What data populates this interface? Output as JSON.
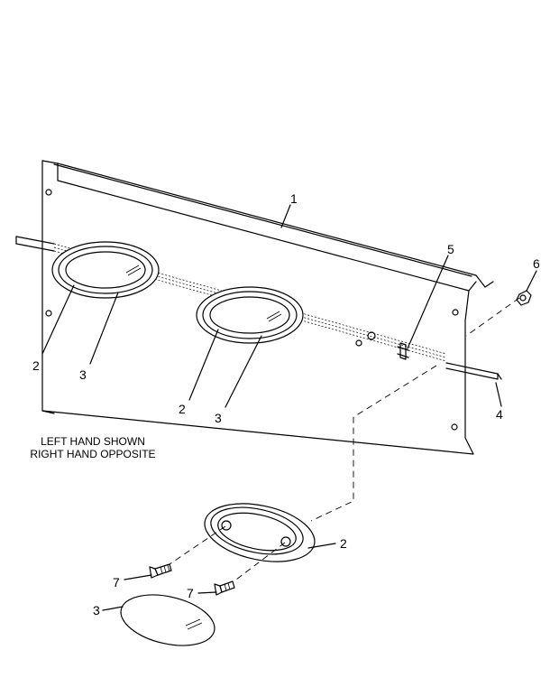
{
  "callouts": {
    "c1": "1",
    "c2a": "2",
    "c2b": "2",
    "c2c": "2",
    "c3a": "3",
    "c3b": "3",
    "c3c": "3",
    "c4": "4",
    "c5": "5",
    "c6": "6",
    "c7a": "7",
    "c7b": "7"
  },
  "note": {
    "line1": "LEFT HAND SHOWN",
    "line2": "RIGHT HAND OPPOSITE"
  }
}
